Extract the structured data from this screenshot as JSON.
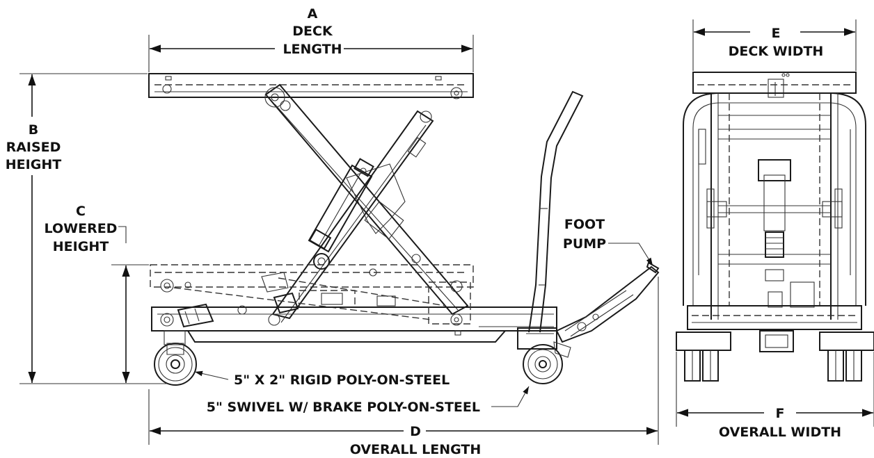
{
  "labels": {
    "a_letter": "A",
    "a_line1": "DECK",
    "a_line2": "LENGTH",
    "b_letter": "B",
    "b_line1": "RAISED",
    "b_line2": "HEIGHT",
    "c_letter": "C",
    "c_line1": "LOWERED",
    "c_line2": "HEIGHT",
    "d_letter": "D",
    "d_line1": "OVERALL LENGTH",
    "e_letter": "E",
    "e_line1": "DECK WIDTH",
    "f_letter": "F",
    "f_line1": "OVERALL WIDTH",
    "foot_line1": "FOOT",
    "foot_line2": "PUMP",
    "rigid_wheel": "5\" X 2\" RIGID POLY-ON-STEEL",
    "swivel_wheel": "5\" SWIVEL W/ BRAKE POLY-ON-STEEL"
  }
}
